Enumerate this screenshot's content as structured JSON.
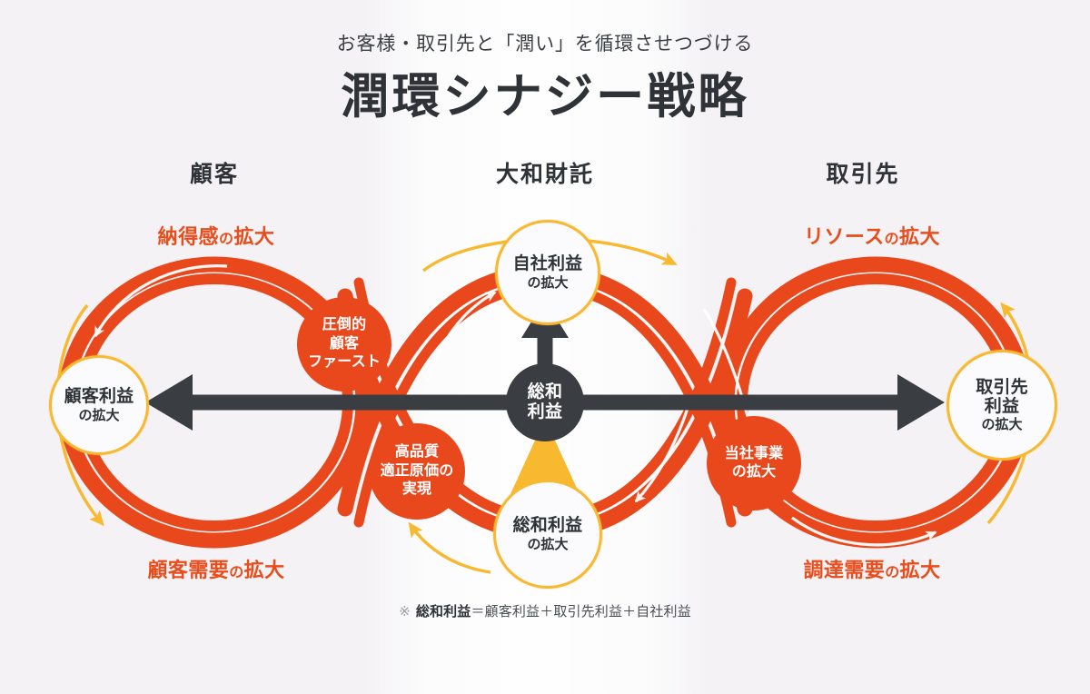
{
  "header": {
    "subtitle": "お客様・取引先と「潤い」を循環させつづける",
    "title": "潤環シナジー戦略"
  },
  "columns": [
    {
      "name": "customer",
      "label": "顧客"
    },
    {
      "name": "company",
      "label": "大和財託"
    },
    {
      "name": "partner",
      "label": "取引先"
    }
  ],
  "loop_labels": {
    "top_left": {
      "main": "納得感",
      "suffix": "の",
      "tail": "拡大"
    },
    "bottom_left": {
      "main": "顧客需要",
      "suffix": "の",
      "tail": "拡大"
    },
    "top_right": {
      "main": "リソース",
      "suffix": "の",
      "tail": "拡大"
    },
    "bottom_right": {
      "main": "調達需要",
      "suffix": "の",
      "tail": "拡大"
    }
  },
  "nodes": {
    "customer_profit": {
      "line1": "顧客利益",
      "line2": "の拡大"
    },
    "own_profit": {
      "line1": "自社利益",
      "line2": "の拡大"
    },
    "partner_profit": {
      "line1": "取引先",
      "line1b": "利益",
      "line2": "の拡大"
    },
    "total_profit_core": {
      "line1": "総和",
      "line2": "利益"
    },
    "total_profit_growth": {
      "line1": "総和利益",
      "line2": "の拡大"
    },
    "customer_first": {
      "line1": "圧倒的",
      "line2": "顧客",
      "line3": "ファースト"
    },
    "quality_cost": {
      "line1": "高品質",
      "line2": "適正原価の",
      "line3": "実現"
    },
    "business_growth": {
      "line1": "当社事業",
      "line2": "の拡大"
    }
  },
  "footnote": {
    "mark": "※",
    "bold": "総和利益",
    "rest": "＝顧客利益＋取引先利益＋自社利益"
  },
  "colors": {
    "background": "#f4f2f5",
    "orange": "#e8481c",
    "yellow": "#f8b830",
    "dark": "#3a3d42",
    "text": "#2f3338"
  },
  "diagram": {
    "type": "infinity-cycle",
    "description": "二つのループが中央で交差する∞型の循環図"
  }
}
